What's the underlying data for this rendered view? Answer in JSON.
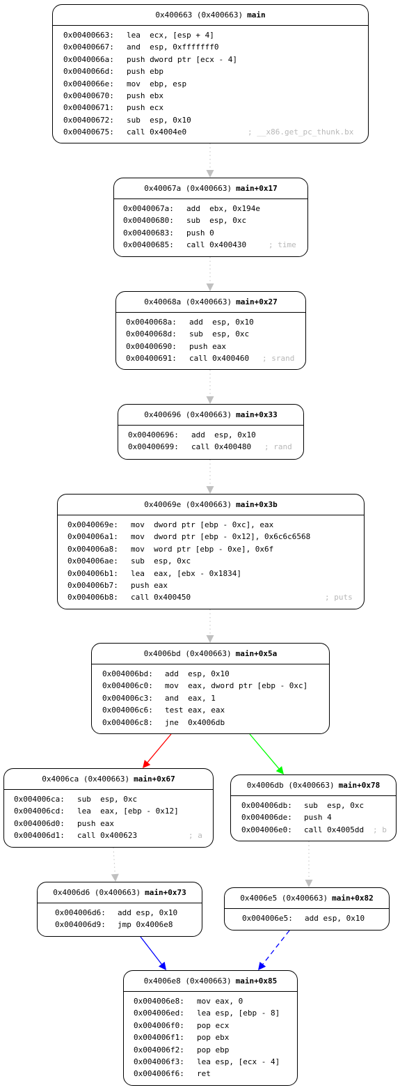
{
  "graph": {
    "nodes": [
      {
        "id": "main",
        "header": "0x400663 (0x400663)",
        "name": "main",
        "rows": [
          {
            "addr": "0x00400663:",
            "ins": "lea  ecx, [esp + 4]",
            "comment": ""
          },
          {
            "addr": "0x00400667:",
            "ins": "and  esp, 0xfffffff0",
            "comment": ""
          },
          {
            "addr": "0x0040066a:",
            "ins": "push dword ptr [ecx - 4]",
            "comment": ""
          },
          {
            "addr": "0x0040066d:",
            "ins": "push ebp",
            "comment": ""
          },
          {
            "addr": "0x0040066e:",
            "ins": "mov  ebp, esp",
            "comment": ""
          },
          {
            "addr": "0x00400670:",
            "ins": "push ebx",
            "comment": ""
          },
          {
            "addr": "0x00400671:",
            "ins": "push ecx",
            "comment": ""
          },
          {
            "addr": "0x00400672:",
            "ins": "sub  esp, 0x10",
            "comment": ""
          },
          {
            "addr": "0x00400675:",
            "ins": "call 0x4004e0",
            "comment": "; __x86.get_pc_thunk.bx"
          }
        ]
      },
      {
        "id": "main17",
        "header": "0x40067a (0x400663)",
        "name": "main+0x17",
        "rows": [
          {
            "addr": "0x0040067a:",
            "ins": "add  ebx, 0x194e",
            "comment": ""
          },
          {
            "addr": "0x00400680:",
            "ins": "sub  esp, 0xc",
            "comment": ""
          },
          {
            "addr": "0x00400683:",
            "ins": "push 0",
            "comment": ""
          },
          {
            "addr": "0x00400685:",
            "ins": "call 0x400430",
            "comment": "; time"
          }
        ]
      },
      {
        "id": "main27",
        "header": "0x40068a (0x400663)",
        "name": "main+0x27",
        "rows": [
          {
            "addr": "0x0040068a:",
            "ins": "add  esp, 0x10",
            "comment": ""
          },
          {
            "addr": "0x0040068d:",
            "ins": "sub  esp, 0xc",
            "comment": ""
          },
          {
            "addr": "0x00400690:",
            "ins": "push eax",
            "comment": ""
          },
          {
            "addr": "0x00400691:",
            "ins": "call 0x400460",
            "comment": "; srand"
          }
        ]
      },
      {
        "id": "main33",
        "header": "0x400696 (0x400663)",
        "name": "main+0x33",
        "rows": [
          {
            "addr": "0x00400696:",
            "ins": "add  esp, 0x10",
            "comment": ""
          },
          {
            "addr": "0x00400699:",
            "ins": "call 0x400480",
            "comment": "; rand"
          }
        ]
      },
      {
        "id": "main3b",
        "header": "0x40069e (0x400663)",
        "name": "main+0x3b",
        "rows": [
          {
            "addr": "0x0040069e:",
            "ins": "mov  dword ptr [ebp - 0xc], eax",
            "comment": ""
          },
          {
            "addr": "0x004006a1:",
            "ins": "mov  dword ptr [ebp - 0x12], 0x6c6c6568",
            "comment": ""
          },
          {
            "addr": "0x004006a8:",
            "ins": "mov  word ptr [ebp - 0xe], 0x6f",
            "comment": ""
          },
          {
            "addr": "0x004006ae:",
            "ins": "sub  esp, 0xc",
            "comment": ""
          },
          {
            "addr": "0x004006b1:",
            "ins": "lea  eax, [ebx - 0x1834]",
            "comment": ""
          },
          {
            "addr": "0x004006b7:",
            "ins": "push eax",
            "comment": ""
          },
          {
            "addr": "0x004006b8:",
            "ins": "call 0x400450",
            "comment": "; puts"
          }
        ]
      },
      {
        "id": "main5a",
        "header": "0x4006bd (0x400663)",
        "name": "main+0x5a",
        "rows": [
          {
            "addr": "0x004006bd:",
            "ins": "add  esp, 0x10",
            "comment": ""
          },
          {
            "addr": "0x004006c0:",
            "ins": "mov  eax, dword ptr [ebp - 0xc]",
            "comment": ""
          },
          {
            "addr": "0x004006c3:",
            "ins": "and  eax, 1",
            "comment": ""
          },
          {
            "addr": "0x004006c6:",
            "ins": "test eax, eax",
            "comment": ""
          },
          {
            "addr": "0x004006c8:",
            "ins": "jne  0x4006db",
            "comment": ""
          }
        ]
      },
      {
        "id": "main67",
        "header": "0x4006ca (0x400663)",
        "name": "main+0x67",
        "rows": [
          {
            "addr": "0x004006ca:",
            "ins": "sub  esp, 0xc",
            "comment": ""
          },
          {
            "addr": "0x004006cd:",
            "ins": "lea  eax, [ebp - 0x12]",
            "comment": ""
          },
          {
            "addr": "0x004006d0:",
            "ins": "push eax",
            "comment": ""
          },
          {
            "addr": "0x004006d1:",
            "ins": "call 0x400623",
            "comment": "; a"
          }
        ]
      },
      {
        "id": "main78",
        "header": "0x4006db (0x400663)",
        "name": "main+0x78",
        "rows": [
          {
            "addr": "0x004006db:",
            "ins": "sub  esp, 0xc",
            "comment": ""
          },
          {
            "addr": "0x004006de:",
            "ins": "push 4",
            "comment": ""
          },
          {
            "addr": "0x004006e0:",
            "ins": "call 0x4005dd",
            "comment": "; b"
          }
        ]
      },
      {
        "id": "main73",
        "header": "0x4006d6 (0x400663)",
        "name": "main+0x73",
        "rows": [
          {
            "addr": "0x004006d6:",
            "ins": "add esp, 0x10",
            "comment": ""
          },
          {
            "addr": "0x004006d9:",
            "ins": "jmp 0x4006e8",
            "comment": ""
          }
        ]
      },
      {
        "id": "main82",
        "header": "0x4006e5 (0x400663)",
        "name": "main+0x82",
        "rows": [
          {
            "addr": "0x004006e5:",
            "ins": "add esp, 0x10",
            "comment": ""
          }
        ]
      },
      {
        "id": "main85",
        "header": "0x4006e8 (0x400663)",
        "name": "main+0x85",
        "rows": [
          {
            "addr": "0x004006e8:",
            "ins": "mov eax, 0",
            "comment": ""
          },
          {
            "addr": "0x004006ed:",
            "ins": "lea esp, [ebp - 8]",
            "comment": ""
          },
          {
            "addr": "0x004006f0:",
            "ins": "pop ecx",
            "comment": ""
          },
          {
            "addr": "0x004006f1:",
            "ins": "pop ebx",
            "comment": ""
          },
          {
            "addr": "0x004006f2:",
            "ins": "pop ebp",
            "comment": ""
          },
          {
            "addr": "0x004006f3:",
            "ins": "lea esp, [ecx - 4]",
            "comment": ""
          },
          {
            "addr": "0x004006f6:",
            "ins": "ret",
            "comment": ""
          }
        ]
      }
    ],
    "edges": [
      {
        "from": "main",
        "to": "main17",
        "kind": "fallthrough",
        "color": "#c0c0c0"
      },
      {
        "from": "main17",
        "to": "main27",
        "kind": "fallthrough",
        "color": "#c0c0c0"
      },
      {
        "from": "main27",
        "to": "main33",
        "kind": "fallthrough",
        "color": "#c0c0c0"
      },
      {
        "from": "main33",
        "to": "main3b",
        "kind": "fallthrough",
        "color": "#c0c0c0"
      },
      {
        "from": "main3b",
        "to": "main5a",
        "kind": "fallthrough",
        "color": "#c0c0c0"
      },
      {
        "from": "main5a",
        "to": "main67",
        "kind": "branch-not-taken",
        "color": "#ff0000"
      },
      {
        "from": "main5a",
        "to": "main78",
        "kind": "branch-taken",
        "color": "#00ff00"
      },
      {
        "from": "main67",
        "to": "main73",
        "kind": "fallthrough",
        "color": "#c0c0c0"
      },
      {
        "from": "main78",
        "to": "main82",
        "kind": "fallthrough",
        "color": "#c0c0c0"
      },
      {
        "from": "main73",
        "to": "main85",
        "kind": "jump",
        "color": "#0000ff"
      },
      {
        "from": "main82",
        "to": "main85",
        "kind": "jump-implicit",
        "color": "#0000ff"
      }
    ]
  }
}
